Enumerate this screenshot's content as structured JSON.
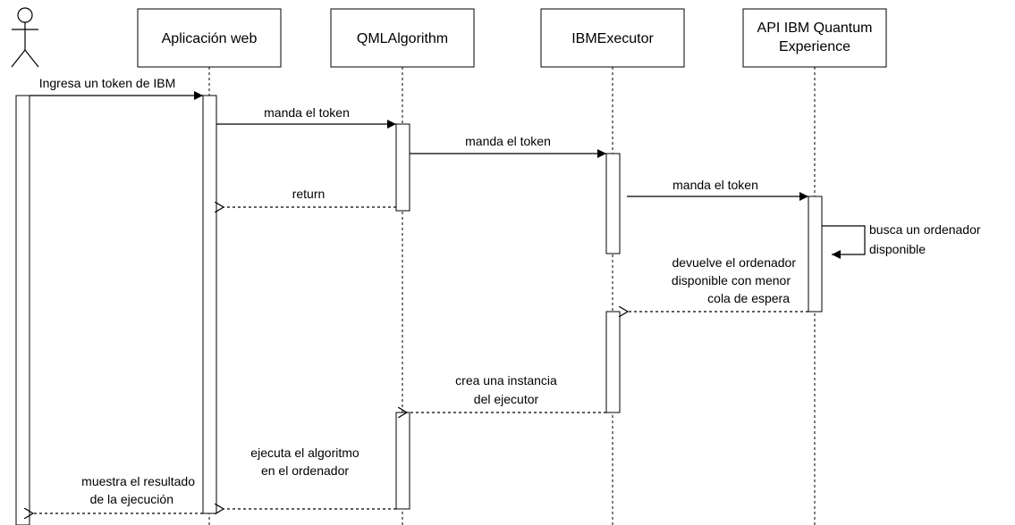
{
  "participants": {
    "actor": {
      "name": "actor-icon"
    },
    "web": {
      "label": "Aplicación web"
    },
    "qml": {
      "label": "QMLAlgorithm"
    },
    "ibm": {
      "label": "IBMExecutor"
    },
    "api": {
      "label_line1": "API IBM Quantum",
      "label_line2": "Experience"
    }
  },
  "messages": {
    "m1": {
      "line1": "Ingresa un token de IBM"
    },
    "m2": {
      "line1": "manda el token"
    },
    "m3": {
      "line1": "manda el token"
    },
    "m4": {
      "line1": "return"
    },
    "m5": {
      "line1": "manda el token"
    },
    "m6": {
      "line1": "busca un ordenador",
      "line2": "disponible"
    },
    "m7": {
      "line1": "devuelve el ordenador",
      "line2": "disponible con menor",
      "line3": "cola de espera"
    },
    "m8": {
      "line1": "crea una instancia",
      "line2": "del ejecutor"
    },
    "m9": {
      "line1": "ejecuta el algoritmo",
      "line2": "en el ordenador"
    },
    "m10": {
      "line1": "muestra el resultado",
      "line2": "de la ejecución"
    }
  },
  "colors": {
    "line": "#000000",
    "background": "#ffffff"
  }
}
